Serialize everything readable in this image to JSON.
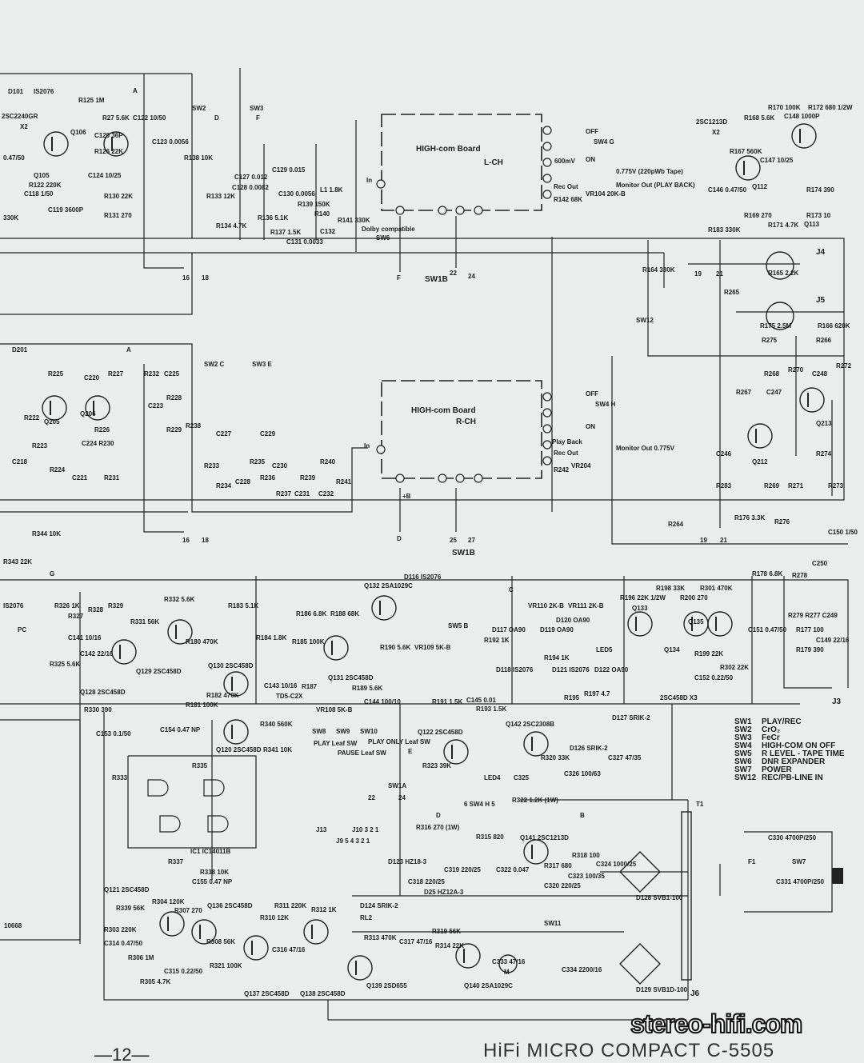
{
  "footer": {
    "page_number": "—12—",
    "model": "HiFi MICRO COMPACT C-5505",
    "watermark": "stereo-hifi.com"
  },
  "switch_legend": [
    {
      "key": "SW1",
      "desc": "PLAY/REC"
    },
    {
      "key": "SW2",
      "desc": "CrO₂"
    },
    {
      "key": "SW3",
      "desc": "FeCr"
    },
    {
      "key": "SW4",
      "desc": "HIGH-COM ON OFF"
    },
    {
      "key": "SW5",
      "desc": "R LEVEL - TAPE TIME"
    },
    {
      "key": "SW6",
      "desc": "DNR EXPANDER"
    },
    {
      "key": "SW7",
      "desc": "POWER"
    },
    {
      "key": "SW12",
      "desc": "REC/PB-LINE IN"
    }
  ],
  "labels": {
    "d101": "D101",
    "is2076a": "IS2076",
    "ta": "A",
    "t2sc2240": "2SC2240GR",
    "x2a": "X2",
    "q105": "Q105",
    "q106": "Q106",
    "r125": "R125 1M",
    "r27": "R27 5.6K",
    "c122": "C122 10/50",
    "c120": "C120 36P",
    "r122": "R122 220K",
    "r126": "R126 22K",
    "c124": "C124 10/25",
    "r130": "R130 22K",
    "r131": "R131 270",
    "c119": "C119 3600P",
    "c118": "C118 1/50",
    "c047": "0.47/50",
    "r330k": "330K",
    "sw2t": "SW2",
    "sw3t": "SW3",
    "sw2d": "D",
    "sw3f": "F",
    "r133": "R133 12K",
    "r134": "R134 4.7K",
    "r136": "R136 5.1K",
    "r137": "R137 1.5K",
    "c130": "C130 0.0056",
    "r139": "R139 150K",
    "r140": "R140",
    "r141": "R141 330K",
    "c131": "C131 0.0033",
    "c132": "C132",
    "l1": "L1 1.8K",
    "c129": "C129 0.015",
    "c128": "C128 0.0082",
    "c127": "C127 0.012",
    "r138": "R138 10K",
    "c123": "C123 0.0056",
    "n16a": "16",
    "n18a": "18",
    "hcl_title": "HIGH-com Board",
    "hcl_ch": "L-CH",
    "in_l": "In",
    "mv600": "600mV",
    "off_l": "OFF",
    "sw4g": "SW4 G",
    "on_l": "ON",
    "v0775": "0.775V (220pWb Tape)",
    "monout_l": "Monitor Out (PLAY BACK)",
    "recout_l": "Rec Out",
    "r142": "R142 68K",
    "vr104": "VR104 20K-B",
    "dolby": "Dolby compatible",
    "sw6": "SW6",
    "tf": "F",
    "sw1b_l": "SW1B",
    "n22": "22",
    "n24": "24",
    "r164": "R164 330K",
    "r165": "R165 2.2K",
    "j4": "J4",
    "r265": "R265",
    "j5": "J5",
    "r175": "R175 2.5M",
    "r166": "R166 620K",
    "r275": "R275",
    "r266": "R266",
    "sw12": "SW12",
    "t2sc1213": "2SC1213D",
    "x2b": "X2",
    "q112": "Q112",
    "q113": "Q113",
    "r168": "R168 5.6K",
    "r170": "R170 100K",
    "c148": "C148 1000P",
    "r172": "R172 680 1/2W",
    "r167": "R167 560K",
    "c147": "C147 10/25",
    "c146": "C146 0.47/50",
    "r183": "R183 330K",
    "r169": "R169 270",
    "r171": "R171 4.7K",
    "r174": "R174 390",
    "r173": "R173 10",
    "n19a": "19",
    "n21a": "21",
    "d201": "D201",
    "tb": "A",
    "q205": "Q205",
    "q206": "Q206",
    "r225": "R225",
    "c220": "C220",
    "r227": "R227",
    "r232": "R232",
    "c225": "C225",
    "r222": "R222",
    "r226": "R226",
    "c223": "C223",
    "r228": "R228",
    "r229": "R229",
    "r238": "R238",
    "c224": "C224 R230",
    "c218": "C218",
    "r223": "R223",
    "r224": "R224",
    "c221": "C221",
    "r231": "R231",
    "sw2c": "SW2 C",
    "sw3e": "SW3 E",
    "r233": "R233",
    "r234": "R234",
    "c227": "C227",
    "c228": "C228",
    "r235": "R235",
    "r236": "R236",
    "c229": "C229",
    "c230": "C230",
    "r237": "R237",
    "c231": "C231",
    "r239": "R239",
    "r240": "R240",
    "c232": "C232",
    "r241": "R241",
    "hcr_title": "HIGH-com Board",
    "hcr_ch": "R-CH",
    "in_r": "In",
    "off_r": "OFF",
    "sw4h": "SW4 H",
    "on_r": "ON",
    "playback": "Play Back",
    "recout_r": "Rec Out",
    "monout_r": "Monitor Out 0.775V",
    "r242": "R242",
    "vr204": "VR204",
    "plusb": "+B",
    "td": "D",
    "sw1b_r": "SW1B",
    "n25": "25",
    "n27": "27",
    "n16b": "16",
    "n18b": "18",
    "q212": "Q212",
    "q213": "Q213",
    "r267": "R267",
    "c247": "C247",
    "r268": "R268",
    "r270": "R270",
    "c248": "C248",
    "r272": "R272",
    "c246": "C246",
    "r274": "R274",
    "r283": "R283",
    "r269": "R269",
    "r271": "R271",
    "r273": "R273",
    "r264": "R264",
    "n19b": "19",
    "n21b": "21",
    "r176": "R176 3.3K",
    "r276": "R276",
    "c150": "C150 1/50",
    "c250": "C250",
    "r278": "R278",
    "r344": "R344 10K",
    "r343": "R343 22K",
    "tg": "G",
    "is2076b": "IS2076",
    "q132": "Q132 2SA1029C",
    "d116": "D116 IS2076",
    "tc": "C",
    "r326": "R326 1K",
    "r327": "R327",
    "r328": "R328",
    "r329": "R329",
    "r332": "R332 5.6K",
    "pc": "PC",
    "c141": "C141 10/16",
    "c142": "C142 22/16",
    "q129": "Q129 2SC458D",
    "q128": "Q128 2SC458D",
    "r325": "R325 5.6K",
    "r330": "R330 390",
    "r331": "R331 56K",
    "q130": "Q130 2SC458D",
    "r180": "R180 470K",
    "r182": "R182 470K",
    "r181": "R181 100K",
    "r183b": "R183 5.1K",
    "r184": "R184 1.8K",
    "r185": "R185 100K",
    "r186": "R186 6.8K",
    "r188": "R188 68K",
    "q131": "Q131 2SC458D",
    "r190": "R190 5.6K",
    "vr109": "VR109 5K-B",
    "sw5b": "SW5 B",
    "d117": "D117 OA90",
    "d118": "D118 IS2076",
    "r192": "R192 1K",
    "d119": "D119 OA90",
    "d120": "D120 OA90",
    "d121": "D121 IS2076",
    "d122": "D122 OA90",
    "led5": "LED5",
    "vr110": "VR110 2K-B",
    "vr111": "VR111 2K-B",
    "r196": "R196 22K 1/2W",
    "q133": "Q133",
    "q134": "Q134",
    "r198": "R198 33K",
    "r200": "R200 270",
    "r301": "R301 470K",
    "q135": "Q135",
    "c151": "C151 0.47/50",
    "r178": "R178 6.8K",
    "r279": "R279 R277 C249",
    "r177": "R177 100",
    "c149": "C149 22/16",
    "r179": "R179 390",
    "x3": "2SC458D X3",
    "j3": "J3",
    "c143": "C143 10/16",
    "td5": "TD5-C2X",
    "r187": "R187",
    "vr108": "VR108 5K-B",
    "c144": "C144 100/10",
    "r189": "R189 5.6K",
    "r191": "R191 1.5K",
    "c145": "C145 0.01",
    "r193": "R193 1.5K",
    "r194": "R194 1K",
    "r195": "R195",
    "r197": "R197 4.7",
    "c152": "C152 0.22/50",
    "r199": "R199 22K",
    "r302": "R302 22K",
    "c153": "C153 0.1/50",
    "c154": "C154 0.47 NP",
    "q120": "Q120 2SC458D",
    "r340": "R340 560K",
    "r341": "R341 10K",
    "sw8": "SW8",
    "sw9": "SW9",
    "sw10": "SW10",
    "playleaf": "PLAY Leaf SW",
    "pauseleaf": "PAUSE Leaf SW",
    "playonly": "PLAY ONLY Leaf SW",
    "sw1a": "SW1A",
    "n22b": "22",
    "n24b": "24",
    "j13": "J13",
    "j10": "J10 3 2 1",
    "q122": "Q122 2SC458D",
    "te": "E",
    "r323": "R323 39K",
    "led4": "LED4",
    "q142": "Q142 2SC2308B",
    "d126": "D126 SRIK-2",
    "d127": "D127 SRIK-2",
    "c327": "C327 47/35",
    "r320": "R320 33K",
    "c326": "C326 100/63",
    "c325": "C325",
    "sw4h2": "6 SW4 H 5",
    "r322": "R322 1.2K (1W)",
    "td2": "D",
    "tb2": "B",
    "r316": "R316 270 (1W)",
    "r315": "R315 820",
    "q141": "Q141 2SC1213D",
    "r333": "R333",
    "r335": "R335",
    "ic1": "IC1 IC14011B",
    "r337": "R337",
    "c155": "C155 0.47 NP",
    "r338": "R338 10K",
    "j9": "J9 5 4 3 2 1",
    "d123": "D123 HZ18-3",
    "c318": "C318 220/25",
    "d25": "D25 HZ12A-3",
    "c319": "C319 220/25",
    "c322": "C322 0.047",
    "c320": "C320 220/25",
    "r317": "R317 680",
    "r318": "R318 100",
    "c323": "C323 100/35",
    "c324": "C324 1000/25",
    "d128": "D128 SVB1-100",
    "d129": "D129 SVB1D-100",
    "t1": "T1",
    "f1": "F1",
    "c330": "C330 4700P/250",
    "sw7": "SW7",
    "c331": "C331 4700P/250",
    "j6": "J6",
    "q121": "Q121 2SC458D",
    "r339": "R339 56K",
    "r303": "R303 220K",
    "c314": "C314 0.47/50",
    "r306": "R306 1M",
    "r305": "R305 4.7K",
    "c315": "C315 0.22/50",
    "r304": "R304 120K",
    "r307": "R307 270",
    "q136": "Q136 2SC458D",
    "r308": "R308 56K",
    "r321": "R321 100K",
    "q137": "Q137 2SC458D",
    "r310": "R310 12K",
    "r311": "R311 220K",
    "c316": "C316 47/16",
    "q138": "Q138 2SC458D",
    "r312": "R312 1K",
    "d124": "D124 SRIK-2",
    "rl2": "RL2",
    "r313": "R313 470K",
    "c317": "C317 47/16",
    "r319": "R319 56K",
    "r314": "R314 22K",
    "q139": "Q139 2SD655",
    "q140": "Q140 2SA1029C",
    "c333": "C333 47/16",
    "sw11": "SW11",
    "c334": "C334 2200/16",
    "motor": "M",
    "ic10668": "10668"
  }
}
